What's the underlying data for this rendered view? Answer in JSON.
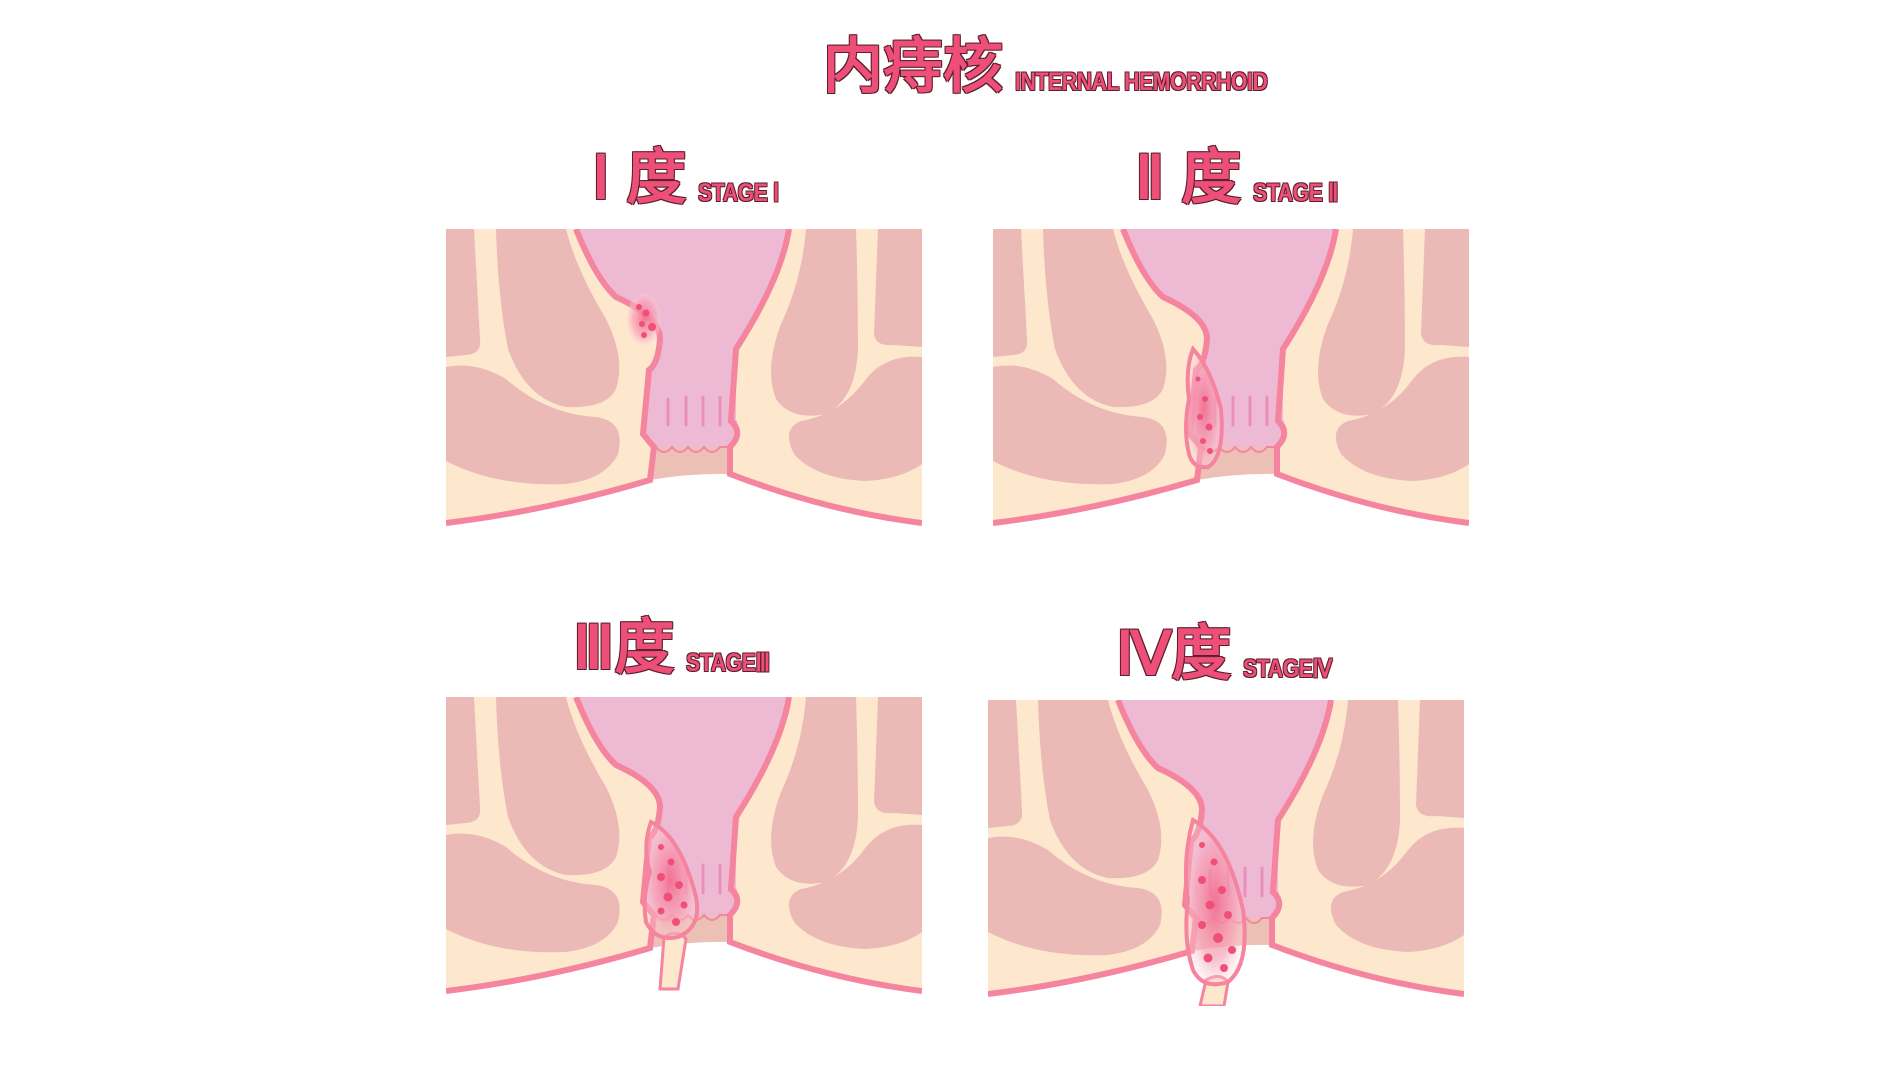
{
  "title": {
    "main": "内痔核",
    "sub": "INTERNAL HEMORRHOID"
  },
  "stages": [
    {
      "main": "Ⅰ 度",
      "sub": "STAGE Ⅰ"
    },
    {
      "main": "Ⅱ 度",
      "sub": "STAGE Ⅱ"
    },
    {
      "main": "Ⅲ度",
      "sub": "STAGEⅢ"
    },
    {
      "main": "Ⅳ度",
      "sub": "STAGEⅣ"
    }
  ],
  "colors": {
    "text": "#ee4f78",
    "outline": "#f5849f",
    "tissue": "#fde7cd",
    "muscle": "#ecbab6",
    "rectum": "#eeb9d3",
    "hemorrhoid": "#f04f78"
  }
}
